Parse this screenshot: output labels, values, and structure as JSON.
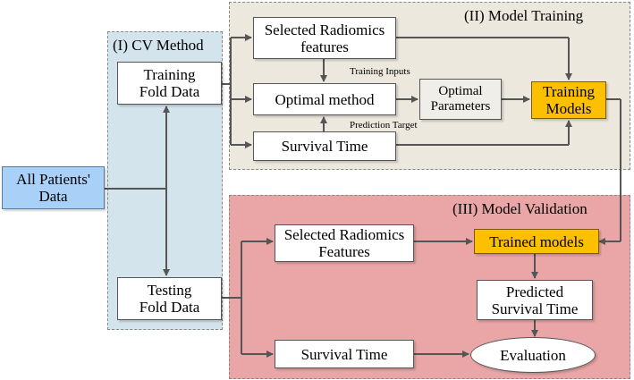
{
  "panels": {
    "cv": {
      "title": "(I)  CV Method",
      "color": "#d3e4ec"
    },
    "training": {
      "title": "(II) Model Training",
      "color": "#ece8de"
    },
    "validation": {
      "title": "(III) Model Validation",
      "color": "#eaa6a6"
    }
  },
  "nodes": {
    "all_patients": "All Patients'\nData",
    "training_fold": "Training\nFold Data",
    "testing_fold": "Testing\nFold Data",
    "selected_features_training": "Selected Radiomics\nfeatures",
    "optimal_method": "Optimal method",
    "optimal_parameters": "Optimal\nParameters",
    "training_models": "Training\nModels",
    "survival_time_training": "Survival Time",
    "selected_features_validation": "Selected Radiomics\nFeatures",
    "trained_models": "Trained models",
    "predicted_survival": "Predicted\nSurvival Time",
    "survival_time_validation": "Survival Time",
    "evaluation": "Evaluation"
  },
  "edge_labels": {
    "training_inputs": "Training  Inputs",
    "prediction_target": "Prediction Target"
  },
  "colors": {
    "highlight": "#fcc000",
    "input": "#a9d1f8",
    "arrow": "#555555"
  }
}
